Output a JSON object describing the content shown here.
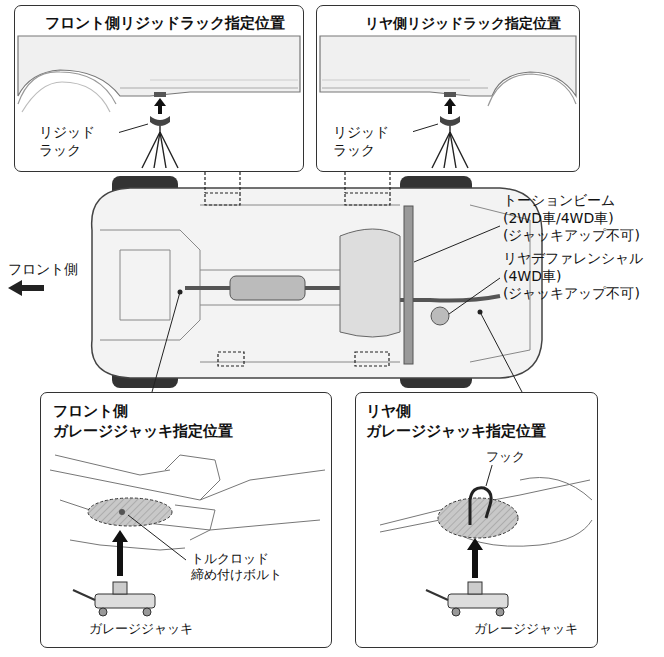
{
  "diagram": {
    "nodes": [
      {
        "text": [
          "フロント側リジッドラック指定位置",
          "リジッド ラック"
        ]
      },
      {
        "text": [
          "リヤ側リジッドラック指定位置",
          "リジッド ラック"
        ]
      },
      {
        "text": [
          "フロント側 ガレージジャッキ指定位置",
          "トルクロッド 締め付けボルト",
          "ガレージジャッキ"
        ]
      },
      {
        "text": [
          "リヤ側 ガレージジャッキ指定位置",
          "フック",
          "ガレージジャッキ"
        ]
      }
    ],
    "labels": [
      "トーションビーム (2WD車/4WD車) (ジャッキアップ不可)",
      "リヤデファレンシャル (4WD車) (ジャッキアップ不可)",
      "フロント側"
    ]
  }
}
